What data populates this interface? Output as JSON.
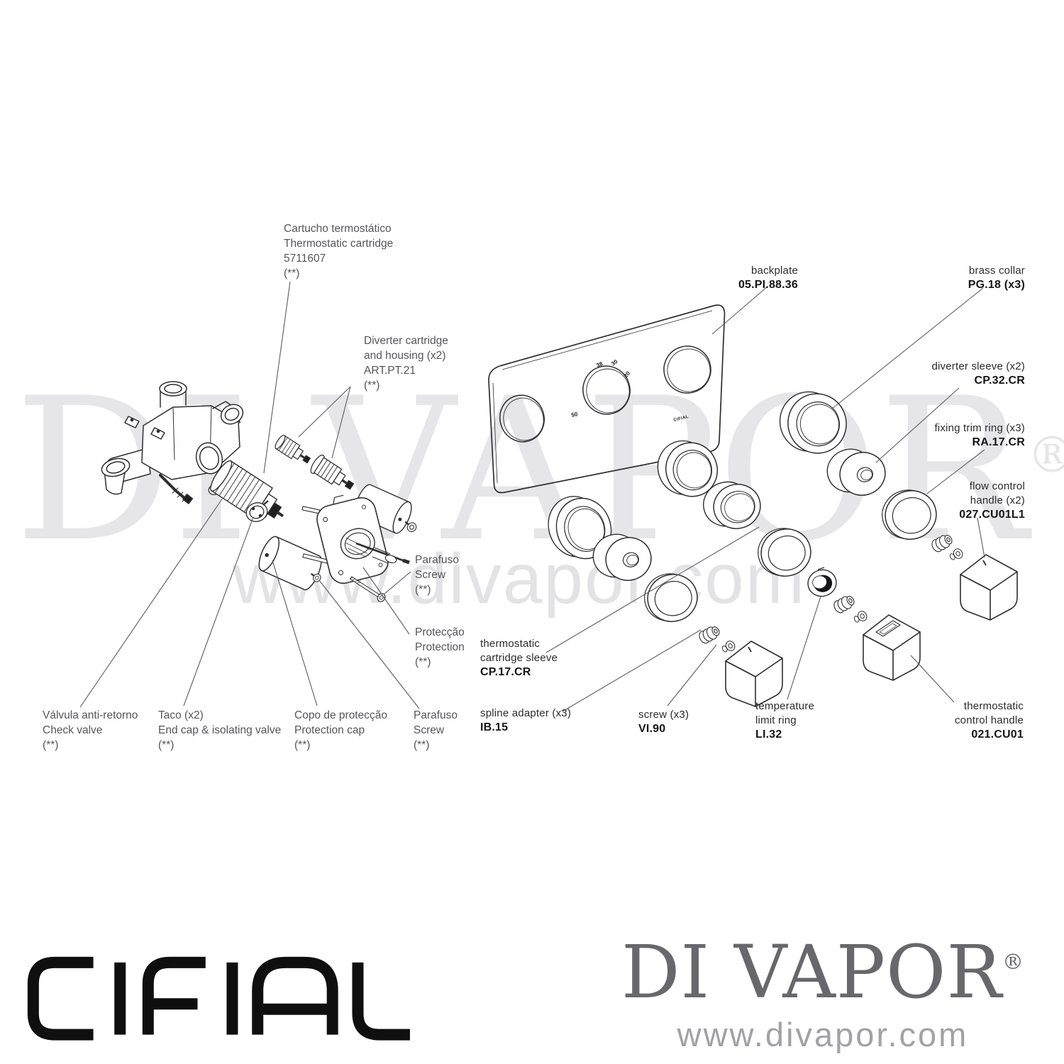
{
  "watermark": {
    "brand": "DI VAPOR",
    "reg": "®",
    "url": "www.divapor.com"
  },
  "backplate": {
    "brand": "CIFIAL",
    "marks": [
      "38",
      "30",
      "20",
      "50"
    ]
  },
  "labels": {
    "thermostatic_cartridge": {
      "lines": [
        "Cartucho termostático",
        "Thermostatic cartridge",
        "5711607",
        "(**)"
      ]
    },
    "diverter_cartridge": {
      "lines": [
        "Diverter cartridge",
        "and housing (x2)",
        "ART.PT.21",
        "(**)"
      ]
    },
    "parafuso_mid": {
      "lines": [
        "Parafuso",
        "Screw",
        "(**)"
      ]
    },
    "proteccao": {
      "lines": [
        "Protecção",
        "Protection",
        "(**)"
      ]
    },
    "valvula": {
      "lines": [
        "Válvula anti-retorno",
        "Check valve",
        "(**)"
      ]
    },
    "taco": {
      "lines": [
        "Taco (x2)",
        "End cap & isolating valve",
        "(**)"
      ]
    },
    "copo": {
      "lines": [
        "Copo de protecção",
        "Protection cap",
        "(**)"
      ]
    },
    "parafuso_bottom": {
      "lines": [
        "Parafuso",
        "Screw",
        "(**)"
      ]
    }
  },
  "parts": {
    "backplate": {
      "name_lines": [
        "backplate"
      ],
      "code": "05.PI.88.36"
    },
    "brass_collar": {
      "name_lines": [
        "brass collar"
      ],
      "code": "PG.18 (x3)"
    },
    "diverter_sleeve": {
      "name_lines": [
        "diverter sleeve (x2)"
      ],
      "code": "CP.32.CR"
    },
    "fixing_trim_ring": {
      "name_lines": [
        "fixing trim ring (x3)"
      ],
      "code": "RA.17.CR"
    },
    "flow_control_handle": {
      "name_lines": [
        "flow control",
        "handle (x2)"
      ],
      "code": "027.CU01L1"
    },
    "thermostatic_cartridge_sleeve": {
      "name_lines": [
        "thermostatic",
        "cartridge sleeve"
      ],
      "code": "CP.17.CR"
    },
    "spline_adapter": {
      "name_lines": [
        "spline adapter (x3)"
      ],
      "code": "IB.15"
    },
    "screw": {
      "name_lines": [
        "screw (x3)"
      ],
      "code": "VI.90"
    },
    "temperature_limit_ring": {
      "name_lines": [
        "temperature",
        "limit ring"
      ],
      "code": "LI.32"
    },
    "thermostatic_control_handle": {
      "name_lines": [
        "thermostatic",
        "control handle"
      ],
      "code": "021.CU01"
    }
  },
  "footer": {
    "cifial": "CIFIAL",
    "divapor": "DI VAPOR",
    "reg": "®",
    "url": "www.divapor.com"
  }
}
